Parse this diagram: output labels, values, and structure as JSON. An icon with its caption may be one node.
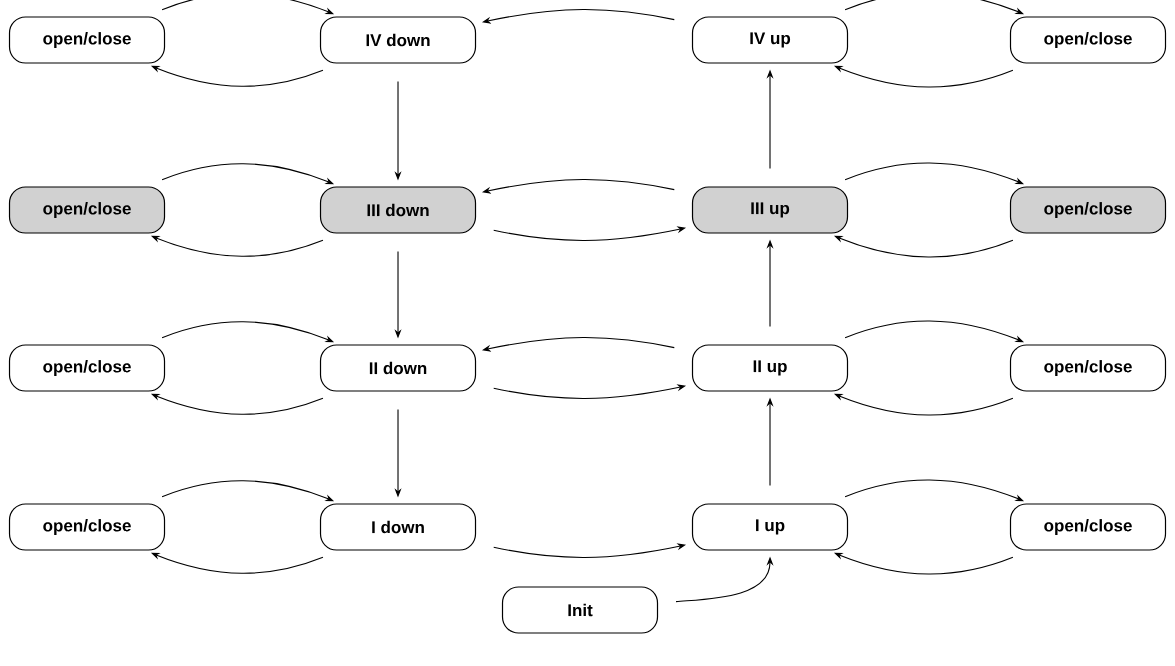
{
  "diagram": {
    "nodes": [
      {
        "text": [
          "open/close"
        ]
      },
      {
        "text": [
          "IV down"
        ]
      },
      {
        "text": [
          "IV up"
        ]
      },
      {
        "text": [
          "open/close"
        ]
      },
      {
        "text": [
          "open/close"
        ]
      },
      {
        "text": [
          "III down"
        ]
      },
      {
        "text": [
          "III up"
        ]
      },
      {
        "text": [
          "open/close"
        ]
      },
      {
        "text": [
          "open/close"
        ]
      },
      {
        "text": [
          "II down"
        ]
      },
      {
        "text": [
          "II up"
        ]
      },
      {
        "text": [
          "open/close"
        ]
      },
      {
        "text": [
          "open/close"
        ]
      },
      {
        "text": [
          "I down"
        ]
      },
      {
        "text": [
          "I up"
        ]
      },
      {
        "text": [
          "open/close"
        ]
      },
      {
        "text": [
          "Init"
        ]
      }
    ],
    "edges": [
      {
        "from": 0,
        "to": 1,
        "arrow": "to"
      },
      {
        "from": 1,
        "to": 0,
        "arrow": "to"
      },
      {
        "from": 2,
        "to": 1,
        "arrow": "to"
      },
      {
        "from": 2,
        "to": 3,
        "arrow": "to"
      },
      {
        "from": 3,
        "to": 2,
        "arrow": "to"
      },
      {
        "from": 1,
        "to": 5,
        "arrow": "to"
      },
      {
        "from": 4,
        "to": 5,
        "arrow": "to"
      },
      {
        "from": 5,
        "to": 4,
        "arrow": "to"
      },
      {
        "from": 6,
        "to": 5,
        "arrow": "to"
      },
      {
        "from": 5,
        "to": 6,
        "arrow": "to"
      },
      {
        "from": 6,
        "to": 7,
        "arrow": "to"
      },
      {
        "from": 7,
        "to": 6,
        "arrow": "to"
      },
      {
        "from": 6,
        "to": 2,
        "arrow": "to"
      },
      {
        "from": 5,
        "to": 9,
        "arrow": "to"
      },
      {
        "from": 8,
        "to": 9,
        "arrow": "to"
      },
      {
        "from": 9,
        "to": 8,
        "arrow": "to"
      },
      {
        "from": 10,
        "to": 9,
        "arrow": "to"
      },
      {
        "from": 9,
        "to": 10,
        "arrow": "to"
      },
      {
        "from": 10,
        "to": 11,
        "arrow": "to"
      },
      {
        "from": 11,
        "to": 10,
        "arrow": "to"
      },
      {
        "from": 10,
        "to": 6,
        "arrow": "to"
      },
      {
        "from": 9,
        "to": 13,
        "arrow": "to"
      },
      {
        "from": 12,
        "to": 13,
        "arrow": "to"
      },
      {
        "from": 13,
        "to": 12,
        "arrow": "to"
      },
      {
        "from": 13,
        "to": 14,
        "arrow": "to"
      },
      {
        "from": 14,
        "to": 15,
        "arrow": "to"
      },
      {
        "from": 15,
        "to": 14,
        "arrow": "to"
      },
      {
        "from": 14,
        "to": 10,
        "arrow": "to"
      },
      {
        "from": 16,
        "to": 14,
        "arrow": "to"
      }
    ]
  }
}
